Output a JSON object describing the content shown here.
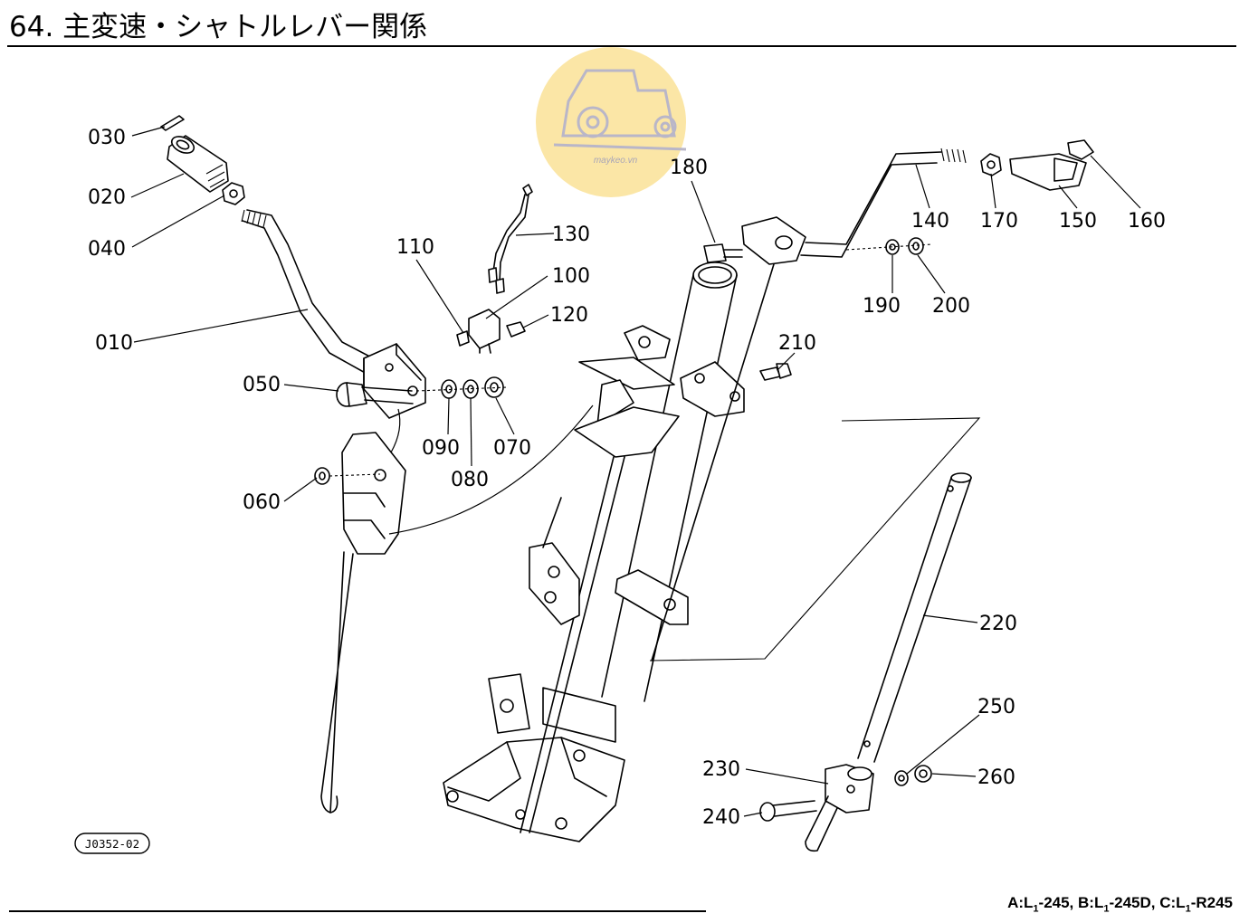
{
  "title": "64. 主変速・シャトルレバー関係",
  "drawing_code": "J0352-02",
  "watermark": {
    "text": "maykeo.vn",
    "circle_color": "#fbe6a6",
    "icon": "tractor-icon"
  },
  "models": {
    "a_prefix": "A:L",
    "a_sub": "1",
    "a_suffix": "-245,",
    "b_prefix": "B:L",
    "b_sub": "1",
    "b_suffix": "-245D,",
    "c_prefix": "C:L",
    "c_sub": "1",
    "c_suffix": "-R245"
  },
  "part_labels": {
    "p010": "010",
    "p020": "020",
    "p030": "030",
    "p040": "040",
    "p050": "050",
    "p060": "060",
    "p070": "070",
    "p080": "080",
    "p090": "090",
    "p100": "100",
    "p110": "110",
    "p120": "120",
    "p130": "130",
    "p140": "140",
    "p150": "150",
    "p160": "160",
    "p170": "170",
    "p180": "180",
    "p190": "190",
    "p200": "200",
    "p210": "210",
    "p220": "220",
    "p230": "230",
    "p240": "240",
    "p250": "250",
    "p260": "260"
  }
}
